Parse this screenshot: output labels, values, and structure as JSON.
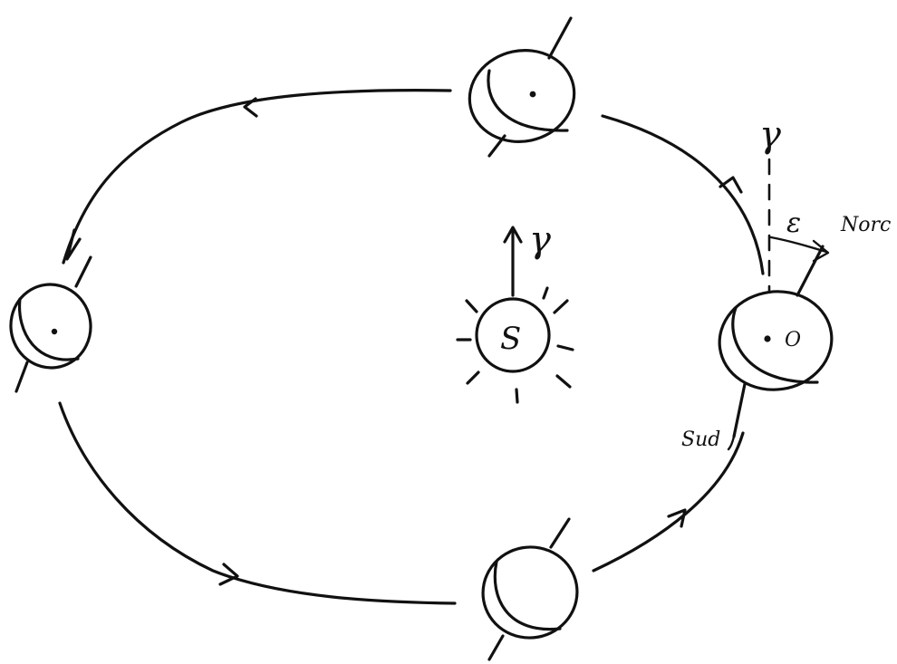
{
  "diagram": {
    "sun_label": "S",
    "vernal_symbol": "γ",
    "obliquity_symbol": "ε",
    "north_label": "Norc",
    "south_label": "Sud",
    "earth_center_label": "O",
    "ink_color": "#111111"
  }
}
